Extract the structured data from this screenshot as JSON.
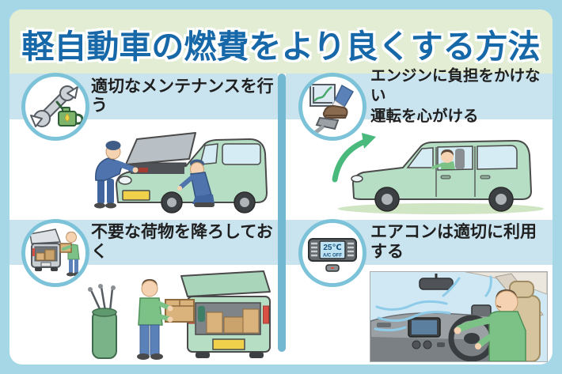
{
  "title": "軽自動車の燃費をより良くする方法",
  "quadrants": {
    "maintenance": {
      "label": "適切なメンテナンスを行う",
      "icon": "wrench-oilcan-icon"
    },
    "driving": {
      "label_line1": "エンジンに負担をかけない",
      "label_line2": "運転を心がける",
      "icon": "pedal-graph-icon"
    },
    "luggage": {
      "label": "不要な荷物を降ろしておく",
      "icon": "luggage-unload-icon"
    },
    "aircon": {
      "label": "エアコンは適切に利用する",
      "icon": "aircon-panel-icon",
      "display_temp": "25℃",
      "display_mode": "A/C OFF"
    }
  },
  "colors": {
    "frame": "#a6d7e6",
    "title_strip": "#e2edd3",
    "title_text": "#1668a8",
    "header_band": "#c9e3ef",
    "divider": "#72b8d0",
    "circle_ring": "#7cc3d9",
    "label_text": "#1f1f1f",
    "car_green": "#b5dec5",
    "arrow_green": "#49b97c",
    "aircon_screen": "#bfe3f2",
    "license_plate_yellow": "#f0d14b"
  }
}
